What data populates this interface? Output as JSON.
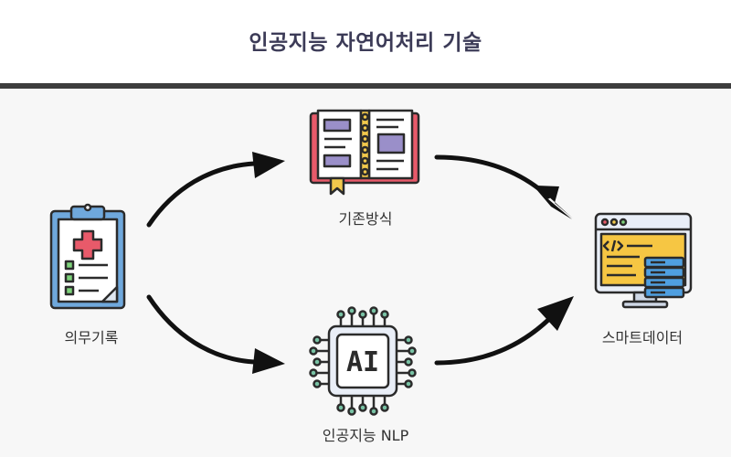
{
  "title": "인공지능 자연어처리 기술",
  "nodes": {
    "medical_record": {
      "label": "의무기록",
      "icon": "clipboard-medical-icon"
    },
    "existing_method": {
      "label": "기존방식",
      "icon": "open-book-icon"
    },
    "ai_nlp": {
      "label": "인공지능 NLP",
      "icon": "ai-chip-icon",
      "chip_text": "AI"
    },
    "smart_data": {
      "label": "스마트데이터",
      "icon": "monitor-database-icon"
    }
  },
  "colors": {
    "title": "#3c3b57",
    "outline": "#2b2b2b",
    "book_cover": "#e85a6a",
    "book_block": "#9a8fc9",
    "ribbon": "#f2c94c",
    "clipboard": "#6fa8dc",
    "cross": "#e85a6a",
    "checkbox": "#7ed37b",
    "chip_body": "#e9eef7",
    "chip_pins": "#78c2a4",
    "screen": "#f6c643",
    "database": "#4f9fe0"
  }
}
